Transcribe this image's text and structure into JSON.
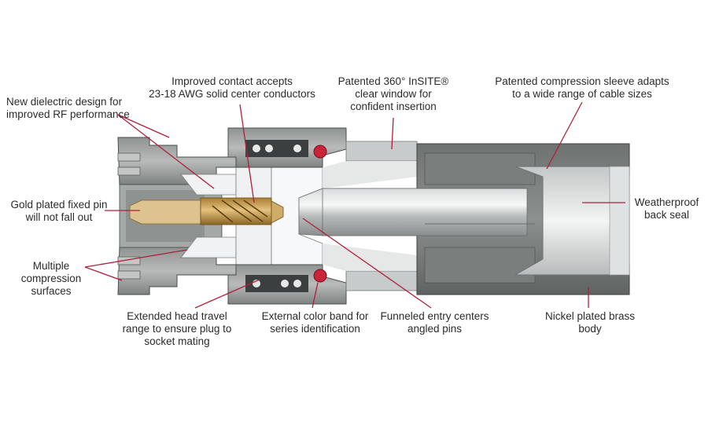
{
  "colors": {
    "leader": "#b0203a",
    "metal_dark": "#6b6e6e",
    "metal_mid": "#9a9d9c",
    "metal_light": "#c9cbca",
    "dielectric": "#eef0f2",
    "gold": "#c79a4a",
    "oring": "#c8253a",
    "text": "#2b2b2b"
  },
  "labels": {
    "dielectric": "New dielectric design for\nimproved RF performance",
    "contact": "Improved contact accepts\n23-18 AWG solid center conductors",
    "window": "Patented 360° InSITE® \nclear window for\nconfident insertion",
    "sleeve": "Patented compression sleeve adapts\nto a wide range of cable sizes",
    "pin": "Gold plated fixed pin\nwill not fall out",
    "seal": "Weatherproof\nback seal",
    "compression": "Multiple\ncompression\nsurfaces",
    "head_travel": "Extended head travel\nrange to ensure plug to\nsocket mating",
    "color_band": "External color band for\nseries identification",
    "funneled": "Funneled entry centers\nangled pins",
    "body": "Nickel plated brass\nbody"
  }
}
